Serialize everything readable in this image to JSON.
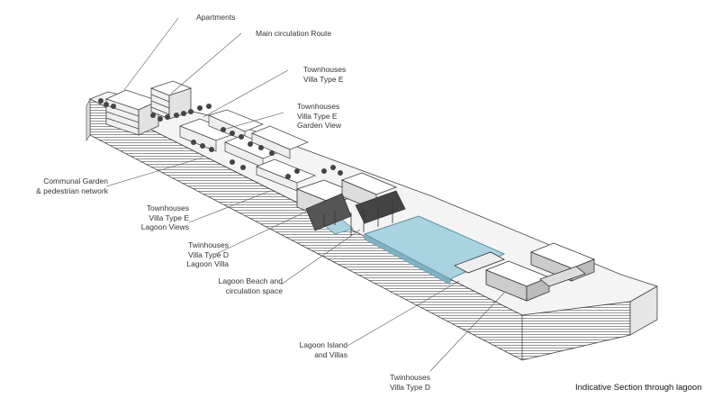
{
  "colors": {
    "water": "#a9d3e0",
    "water_edge": "#5e8f9f",
    "ink": "#444444"
  },
  "labels": {
    "apartments": "Apartments",
    "main_route": "Main circulation Route",
    "townhouses_e": [
      "Townhouses",
      "Villa Type E"
    ],
    "townhouses_e_garden": [
      "Townhouses",
      "Villa Type E",
      "Garden View"
    ],
    "communal_garden": [
      "Communal Garden",
      "& pedestrian network"
    ],
    "townhouses_e_lagoon": [
      "Townhouses",
      "Villa Type E",
      "Lagoon Views"
    ],
    "twinhouses_lagoon": [
      "Twinhouses",
      "Villa Type D",
      "Lagoon Villa"
    ],
    "lagoon_beach": [
      "Lagoon Beach and",
      "circulation space"
    ],
    "lagoon_island": [
      "Lagoon Island",
      "and Villas"
    ],
    "twinhouses_d": [
      "Twinhouses",
      "Villa Type D"
    ]
  },
  "caption": "Indicative Section through lagoon"
}
